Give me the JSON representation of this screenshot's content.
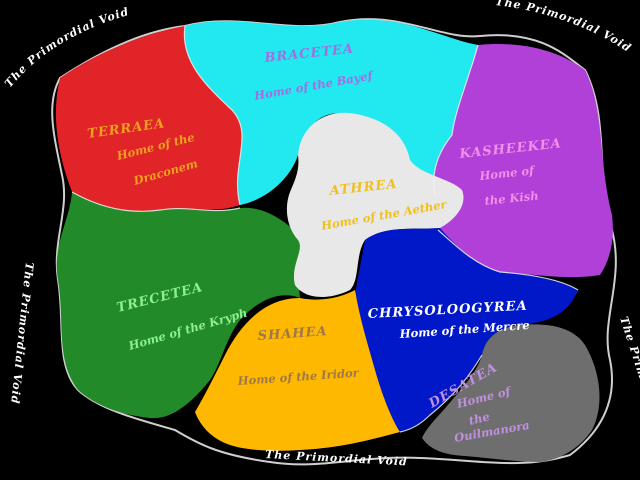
{
  "void_labels": {
    "top_left": "The Primordial Void",
    "top_right": "The Primordial Void",
    "left": "The Primordial Void",
    "bottom": "The Primordial Void",
    "right": "The Primordial Void"
  },
  "regions": {
    "terraea": {
      "name": "TERRAEA",
      "line1": "Home of the",
      "line2": "Draconem",
      "color": "#e02428",
      "text_color": "#f0a020"
    },
    "bracetea": {
      "name": "BRACETEA",
      "line1": "Home of the Bayef",
      "color": "#22e8f0",
      "text_color": "#a070e0"
    },
    "kasheekea": {
      "name": "KASHEEKEA",
      "line1": "Home of",
      "line2": "the Kish",
      "color": "#b040d8",
      "text_color": "#f090e8"
    },
    "athrea": {
      "name": "ATHREA",
      "line1": "Home of the Aether",
      "color": "#e8e8e8",
      "text_color": "#f0c020"
    },
    "trecetea": {
      "name": "TRECETEA",
      "line1": "Home of the Kryph",
      "color": "#228a28",
      "text_color": "#90f090"
    },
    "chrysoloogyrea": {
      "name": "CHRYSOLOOGYREA",
      "line1": "Home of the Mercre",
      "color": "#0018c8",
      "text_color": "#ffffff"
    },
    "shahea": {
      "name": "SHAHEA",
      "line1": "Home of the Iridor",
      "color": "#ffb800",
      "text_color": "#a07848"
    },
    "desatea": {
      "name": "DESATEA",
      "line1": "Home of",
      "line2": "the",
      "line3": "Ouilmanora",
      "color": "#6e6e6e",
      "text_color": "#c090e0"
    }
  }
}
